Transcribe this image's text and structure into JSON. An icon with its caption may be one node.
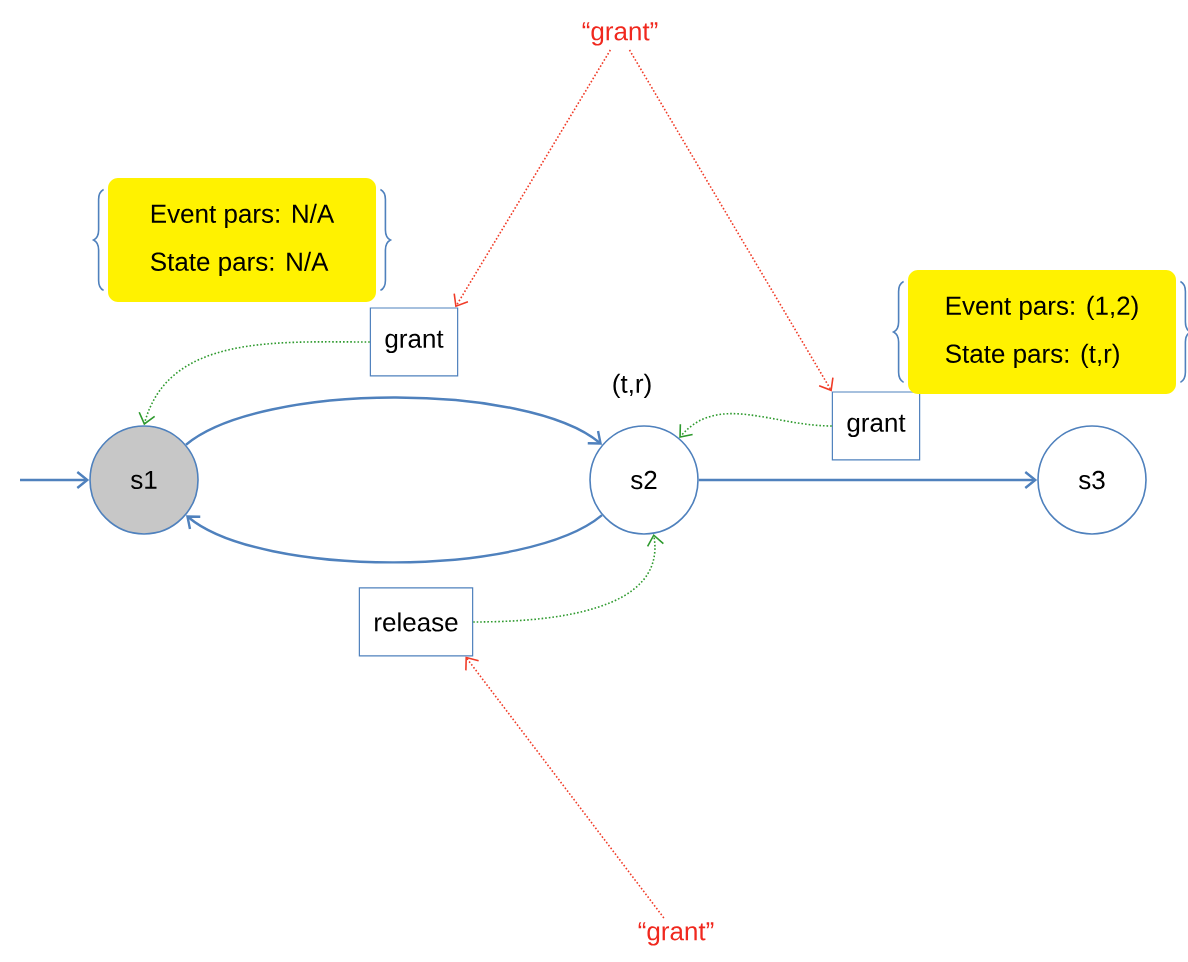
{
  "diagram": {
    "nodes": [
      {
        "text": [
          "s1"
        ]
      },
      {
        "text": [
          "s2"
        ],
        "beside": [
          "(t,r)"
        ]
      },
      {
        "text": [
          "s3"
        ]
      },
      {
        "text": [
          "grant"
        ]
      },
      {
        "text": [
          "grant"
        ]
      },
      {
        "text": [
          "release"
        ]
      },
      {
        "text": [
          "Event pars: N/A",
          "State pars: N/A"
        ]
      },
      {
        "text": [
          "Event pars: (1,2)",
          "State pars: (t,r)"
        ]
      },
      {
        "text": [
          "“grant”"
        ]
      },
      {
        "text": [
          "“grant”"
        ]
      }
    ],
    "edges": [
      {
        "from": null,
        "to": 0,
        "arrow": "to"
      },
      {
        "from": 0,
        "to": 1,
        "arrow": "to"
      },
      {
        "from": 1,
        "to": 0,
        "arrow": "to"
      },
      {
        "from": 1,
        "to": 2,
        "arrow": "to"
      },
      {
        "from": 3,
        "to": 0,
        "arrow": "to",
        "style": "dashed",
        "color": "#2e9a2e"
      },
      {
        "from": 4,
        "to": 1,
        "arrow": "to",
        "style": "dashed",
        "color": "#2e9a2e"
      },
      {
        "from": 5,
        "to": 1,
        "arrow": "to",
        "style": "dashed",
        "color": "#2e9a2e"
      },
      {
        "from": 8,
        "to": 3,
        "arrow": "to",
        "style": "dashed",
        "color": "#f03c28"
      },
      {
        "from": 8,
        "to": 4,
        "arrow": "to",
        "style": "dashed",
        "color": "#f03c28"
      },
      {
        "from": 9,
        "to": 5,
        "arrow": "to",
        "style": "dashed",
        "color": "#f03c28"
      }
    ]
  }
}
